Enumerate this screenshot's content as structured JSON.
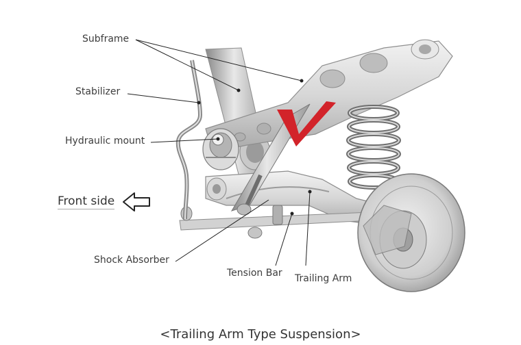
{
  "labels": {
    "subframe": "Subframe",
    "stabilizer": "Stabilizer",
    "hydraulic_mount": "Hydraulic mount",
    "front_side": "Front side",
    "shock_absorber": "Shock Absorber",
    "tension_bar": "Tension Bar",
    "trailing_arm": "Trailing Arm"
  },
  "caption": "<Trailing Arm Type Suspension>",
  "colors": {
    "background": "#ffffff",
    "metal_light": "#dcdcdc",
    "metal_mid": "#b8b8b8",
    "metal_dark": "#7a7a7a",
    "brand_mark": "#d2232a",
    "leader_line": "#222222"
  }
}
